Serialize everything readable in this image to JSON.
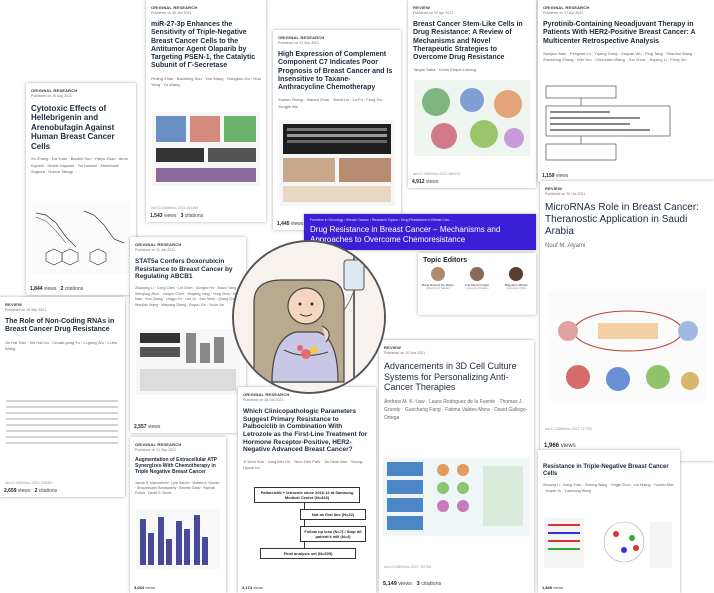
{
  "cards": {
    "mir": {
      "label": "ORIGINAL RESEARCH",
      "published": "Published on 08 Jun 2021",
      "title": "miR-27-3p Enhances the Sensitivity of Triple-Negative Breast Cancer Cells to the Antitumor Agent Olaparib by Targeting PSEN-1, the Catalytic Subunit of Γ-Secretase",
      "authors": "Pinling Zhao · Baoshing Sun · Yan Wang · Gongboo Gu · Hua Yang · Yu Wang",
      "views": "1,543",
      "views_label": "views",
      "citations": "3",
      "citations_label": "citations",
      "doi": "doi:10.3389/fonc.2021.641469"
    },
    "cyto": {
      "label": "ORIGINAL RESEARCH",
      "published": "Published on 26 Aug 2021",
      "title": "Cytotoxic Effects of Hellebrigenin and Arenobufagin Against Human Breast Cancer Cells",
      "authors": "Xu Zhang · Da Yuan · Baobin Sun · Haiyu Zhao · Aimo Kiyoshi · Hideki Hayashi · Yui Iwatani · Munetoshi Sugiura · Nobuo Takagi",
      "views": "1,844",
      "views_label": "views",
      "citations": "2",
      "citations_label": "citations"
    },
    "comp": {
      "label": "ORIGINAL RESEARCH",
      "published": "Published on 21 Sep 2021",
      "title": "High Expression of Complement Component C7 Indicates Poor Prognosis of Breast Cancer and Is Insensitive to Taxane-Anthracycline Chemotherapy",
      "authors": "Xuelun Zhang · Xiaoen Zhou · Xiaoli Liu · Lu Fu · Feng Gu · Yongjie Ma",
      "views": "1,445",
      "views_label": "views"
    },
    "stem": {
      "label": "REVIEW",
      "published": "Published on 29 Apr 2021",
      "title": "Breast Cancer Stem-Like Cells in Drug Resistance: A Review of Mechanisms and Novel Therapeutic Strategies to Overcome Drug Resistance",
      "authors": "Tanyar Saha · Kiven Erique Lukong",
      "doi": "doi:10.3389/fonc.2021.856974",
      "views": "4,912",
      "views_label": "views"
    },
    "pyro": {
      "label": "ORIGINAL RESEARCH",
      "published": "Published on 07 Apr 2022",
      "title": "Pyrotinib-Containing Neoadjuvant Therapy in Patients With HER2-Positive Breast Cancer: A Multicenter Retrospective Analysis",
      "authors": "Xiaoyun Mao · Pengwei Lu · Yipeng Gong · Xiujuan Wu · Ping Tang · Shaohui Wang · Zhendong Zhang · Wei You · Chunchen Wang · Jun Zhou · Jinpeng Li · Feng Jin",
      "views": "1,159",
      "views_label": "views"
    },
    "mirna": {
      "label": "REVIEW",
      "published": "Published on 25 Oct 2021",
      "title": "MicroRNAs Role in Breast Cancer: Theranostic Application in Saudi Arabia",
      "authors": "Nouf M. Alyami",
      "doi": "doi:10.3389/fonc.2021.717759",
      "views": "1,966",
      "views_label": "views"
    },
    "noncoding": {
      "label": "REVIEW",
      "published": "Published on 15 Sep 2021",
      "title": "The Role of Non-Coding RNAs in Breast Cancer Drug Resistance",
      "authors": "Jin Hai Tian · Shi Hai Liu · Chuan-yang Yu · Li-gong Wu · Li-bin Wang",
      "doi": "doi:10.3389/fonc.2021.702082",
      "views": "2,659",
      "views_label": "views",
      "citations": "2",
      "citations_label": "citations"
    },
    "stat": {
      "label": "ORIGINAL RESEARCH",
      "published": "Published on 11 Jun 2021",
      "title": "STAT5a Confers Doxorubicin Resistance to Breast Cancer by Regulating ABCB1",
      "authors": "Zhaoying Li · Cong Chen · Lin Chen · Dongbo Hu · Xiaoxi Yang · Wenyong Zhuo · Yanyou Chen · Jinqiang Yang · Yong Zhou · Mibo Mao · Xun Zhang · Lingyu Xu · Lan Ju · Jian Shen · Qiang Chen · Wenjian Wang · Maiyang Zhang · Boyou Xin · Yuxia Xie",
      "views": "2,557",
      "views_label": "views",
      "doi": "doi:10.3389/fonc.2021.684337"
    },
    "aug": {
      "label": "ORIGINAL RESEARCH",
      "published": "Published on 21 Sep 2021",
      "title": "Augmentation of Extracellular ATP Synergizes With Chemotherapy in Triple Negative Breast Cancer",
      "authors": "Jasmin R. Manouchehri · Lynn Marcho · Mathew A. Cherian · Bhuvaneswari Ramaswamy · Ramesh Ganju · Raphael Pollock · Daniel G. Stover",
      "views": "3,034",
      "views_label": "views"
    },
    "clinic": {
      "label": "ORIGINAL RESEARCH",
      "published": "Published on 28 Oct 2021",
      "title": "Which Clinicopathologic Parameters Suggest Primary Resistance to Palbociclib in Combination With Letrozole as the First-Line Treatment for Hormone Receptor-Positive, HER2-Negative Advanced Breast Cancer?",
      "authors": "Ji Yeon Kim · Jung Min Oh · Yeon Hee Park · Jin Seok Ahn · Young-Hyuck Im",
      "views": "2,174",
      "views_label": "views",
      "flow": [
        "Palbociclib + letrozole since 2016.12 at Samsung Medical Center (N=343)",
        "Not as first line (N=22)",
        "Follow up loss (N=7) / Stop d/t patient's will (N=4)",
        "Final analysis set (N=305)"
      ]
    },
    "advance": {
      "label": "REVIEW",
      "published": "Published on 10 Nov 2021",
      "title": "Advancements in 3D Cell Culture Systems for Personalizing Anti-Cancer Therapies",
      "authors": "Andrew M. K. Law · Laura Rodriguez de la Fuente · Thomas J. Grundy · Guocheng Fang · Fatima Valdes-Mora · David Gallego-Ortega",
      "doi": "doi:10.3389/fonc.2021.782766",
      "views": "5,149",
      "views_label": "views",
      "citations": "3",
      "citations_label": "citations"
    },
    "resist": {
      "title": "Resistance in Triple-Negative Breast Cancer Cells",
      "authors": "Xinyang Li · Xiang Xuan · Zehong Wang · Xingjie Zhou · Lixi Huang · Yuchen Mao · Yunpei Yu · Yuanhong Wang",
      "views": "1,849",
      "views_label": "views"
    }
  },
  "topic_header": {
    "breadcrumb": [
      "Frontiers in Oncology",
      "Breast Cancer",
      "Research Topics",
      "Drug Resistance in Breast Can..."
    ],
    "title": "Drug Resistance in Breast Cancer – Mechanisms and Approaches to Overcome Chemoresistance",
    "bg_color": "#3b1fd6"
  },
  "topic_editors": {
    "heading": "Topic Editors",
    "editors": [
      {
        "name": "Maria Rosaria De Miglio",
        "affil": "University of Sassari"
      },
      {
        "name": "Ana Maria Ciniglio",
        "affil": "University of Naples"
      },
      {
        "name": "Bagyabrin Biman",
        "affil": "University of Oslo"
      }
    ]
  },
  "colors": {
    "accent": "#3b1fd6",
    "nav_link": "#1b2a3c"
  }
}
